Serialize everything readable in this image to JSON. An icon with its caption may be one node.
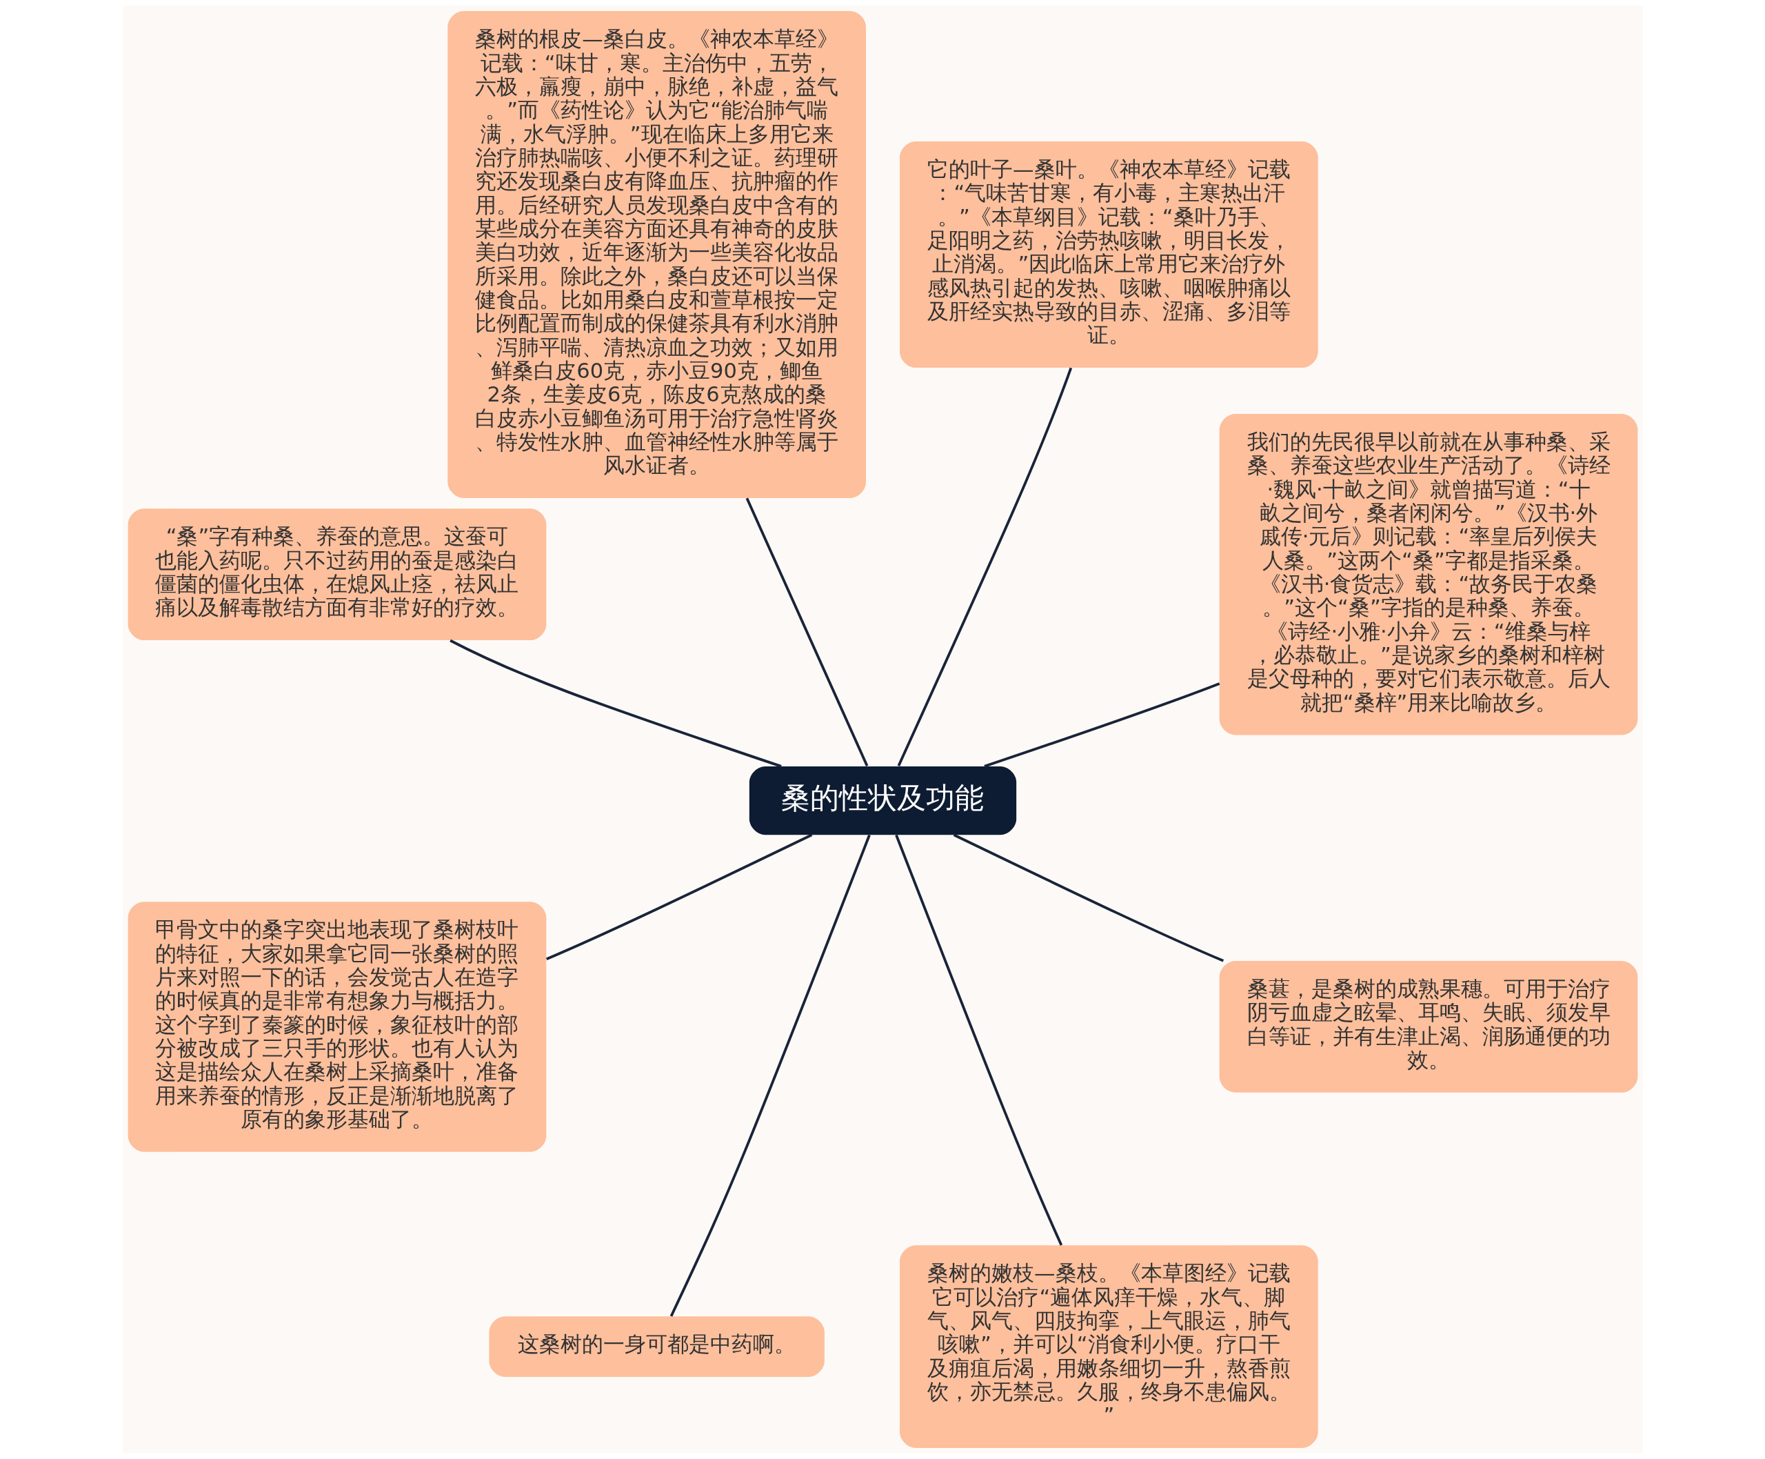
{
  "diagram": {
    "nodes": [
      {
        "text": [
          "桑的性状及功能"
        ]
      },
      {
        "text": [
          "我们的先民很早以前就在从事种桑、采桑、养蚕这些农业生产活动了。《诗经·魏风·十畝之间》就曾描写道：“十畝之间兮，桑者闲闲兮。”《汉书·外戚传·元后》则记载：“率皇后列侯夫人桑。”这两个“桑”字都是指采桑。《汉书·食货志》载：“故务民于农桑。”这个“桑”字指的是种桑、养蚕。《诗经·小雅·小弁》云：“维桑与梓，必恭敬止。”是说家乡的桑树和梓树是父母种的，要对它们表示敬意。后人就把“桑梓”用来比喻故乡。"
        ]
      },
      {
        "text": [
          "它的叶子—桑叶。《神农本草经》记载：“气味苦甘寒，有小毒，主寒热出汗。”《本草纲目》记载：“桑叶乃手、足阳明之药，治劳热咳嗽，明目长发，止消渴。”因此临床上常用它来治疗外感风热引起的发热、咳嗽、咽喉肿痛以及肝经实热导致的目赤、涩痛、多泪等证。"
        ]
      },
      {
        "text": [
          "桑树的根皮—桑白皮。《神农本草经》记载：“味甘，寒。主治伤中，五劳，六极，羸瘦，崩中，脉绝，补虚，益气。”而《药性论》认为它“能治肺气喘满，水气浮肿。”现在临床上多用它来治疗肺热喘咳、小便不利之证。药理研究还发现桑白皮有降血压、抗肿瘤的作用。后经研究人员发现桑白皮中含有的某些成分在美容方面还具有神奇的皮肤美白功效，近年逐渐为一些美容化妆品所采用。除此之外，桑白皮还可以当保健食品。比如用桑白皮和萱草根按一定比例配置而制成的保健茶具有利水消肿、泻肺平喘、清热凉血之功效；又如用鲜桑白皮60克，赤小豆90克，鲫鱼2条，生姜皮6克，陈皮6克熬成的桑白皮赤小豆鲫鱼汤可用于治疗急性肾炎、特发性水肿、血管神经性水肿等属于风水证者。"
        ]
      },
      {
        "text": [
          "“桑”字有种桑、养蚕的意思。这蚕可也能入药呢。只不过药用的蚕是感染白僵菌的僵化虫体，在熄风止痉，祛风止痛以及解毒散结方面有非常好的疗效。"
        ]
      },
      {
        "text": [
          "甲骨文中的桑字突出地表现了桑树枝叶的特征，大家如果拿它同一张桑树的照片来对照一下的话，会发觉古人在造字的时候真的是非常有想象力与概括力。这个字到了秦篆的时候，象征枝叶的部分被改成了三只手的形状。也有人认为这是描绘众人在桑树上采摘桑叶，准备用来养蚕的情形，反正是渐渐地脱离了原有的象形基础了。"
        ]
      },
      {
        "text": [
          "这桑树的一身可都是中药啊。"
        ]
      },
      {
        "text": [
          "桑树的嫩枝—桑枝。《本草图经》记载它可以治疗“遍体风痒干燥，水气、脚气、风气、四肢拘挛，上气眼运，肺气咳嗽”，并可以“消食利小便。疗口干及痈疽后渴，用嫩条细切一升，熬香煎饮，亦无禁忌。久服，终身不患偏风。”"
        ]
      },
      {
        "text": [
          "桑葚，是桑树的成熟果穗。可用于治疗阴亏血虚之眩晕、耳鸣、失眠、须发早白等证，并有生津止渴、润肠通便的功效。"
        ]
      }
    ],
    "edges": [
      {
        "from": 0,
        "to": 1,
        "arrow": "none"
      },
      {
        "from": 0,
        "to": 2,
        "arrow": "none"
      },
      {
        "from": 0,
        "to": 3,
        "arrow": "none"
      },
      {
        "from": 0,
        "to": 4,
        "arrow": "none"
      },
      {
        "from": 0,
        "to": 5,
        "arrow": "none"
      },
      {
        "from": 0,
        "to": 6,
        "arrow": "none"
      },
      {
        "from": 0,
        "to": 7,
        "arrow": "none"
      },
      {
        "from": 0,
        "to": 8,
        "arrow": "none"
      }
    ]
  }
}
